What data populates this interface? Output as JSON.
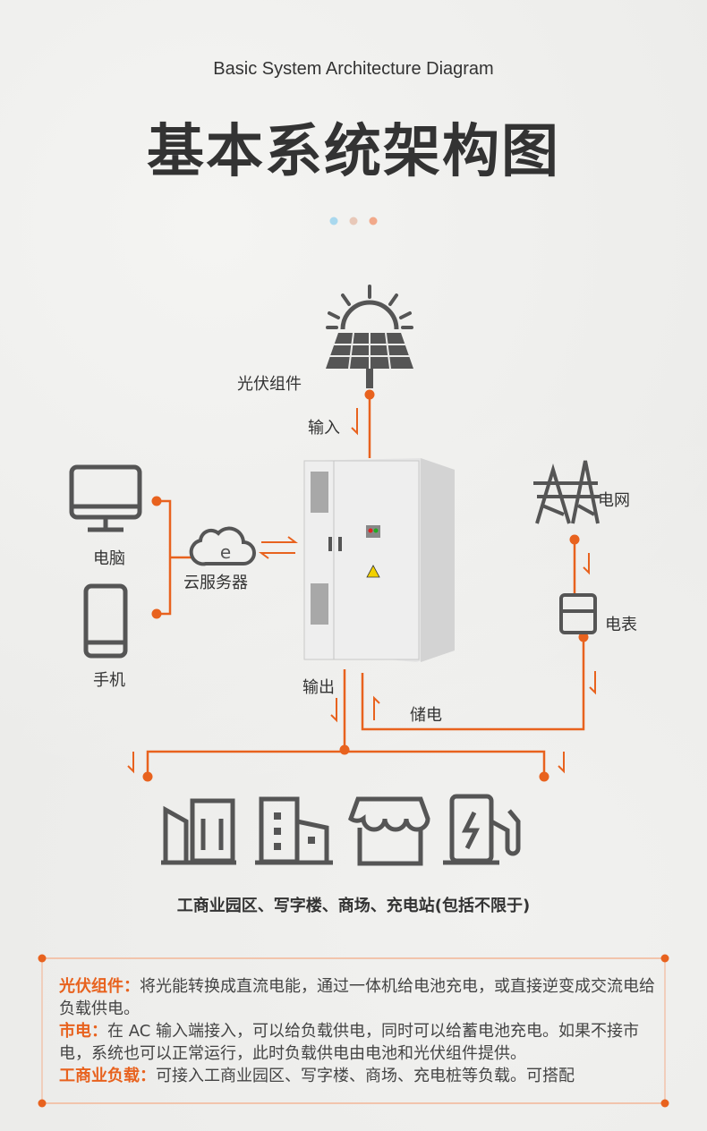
{
  "header": {
    "subtitle": "Basic System Architecture Diagram",
    "title": "基本系统架构图"
  },
  "colors": {
    "accent": "#e8621e",
    "icon": "#555555",
    "dots": [
      "#a9d8ee",
      "#e8c8b8",
      "#f2a98a"
    ]
  },
  "labels": {
    "pv": "光伏组件",
    "input": "输入",
    "computer": "电脑",
    "phone": "手机",
    "cloud": "云服务器",
    "grid": "电网",
    "meter": "电表",
    "output": "输出",
    "storage": "储电",
    "cloud_glyph": "e"
  },
  "caption": "工商业园区、写字楼、商场、充电站(包括不限于)",
  "description": [
    {
      "term": "光伏组件：",
      "text": "将光能转换成直流电能，通过一体机给电池充电，或直接逆变成交流电给负载供电。"
    },
    {
      "term": "市电：",
      "text": "在 AC 输入端接入，可以给负载供电，同时可以给蓄电池充电。如果不接市电，系统也可以正常运行，此时负载供电由电池和光伏组件提供。"
    },
    {
      "term": "工商业负载：",
      "text": "可接入工商业园区、写字楼、商场、充电桩等负载。可搭配"
    }
  ]
}
